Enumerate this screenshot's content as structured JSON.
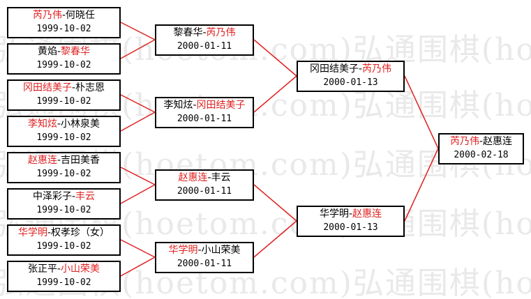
{
  "watermark": "弘通围棋(hoetom.com)弘通围棋(hoetom.com)",
  "colors": {
    "winner": "#e02020",
    "line": "#e02020",
    "border": "#000000"
  },
  "round1": [
    {
      "p1": "芮乃伟",
      "sep": "-",
      "p2": "何晓任",
      "winner": 1,
      "date": "1999-10-02"
    },
    {
      "p1": "黄焰",
      "sep": "-",
      "p2": "黎春华",
      "winner": 2,
      "date": "1999-10-02"
    },
    {
      "p1": "冈田结美子",
      "sep": "-",
      "p2": "朴志恩",
      "winner": 1,
      "date": "1999-10-02"
    },
    {
      "p1": "李知炫",
      "sep": "-",
      "p2": "小林泉美",
      "winner": 1,
      "date": "1999-10-02"
    },
    {
      "p1": "赵惠连",
      "sep": "-",
      "p2": "吉田美香",
      "winner": 1,
      "date": "1999-10-02"
    },
    {
      "p1": "中泽彩子",
      "sep": "-",
      "p2": "丰云",
      "winner": 2,
      "date": "1999-10-02"
    },
    {
      "p1": "华学明",
      "sep": "-",
      "p2": "权孝珍（女）",
      "winner": 1,
      "date": "1999-10-02"
    },
    {
      "p1": "张正平",
      "sep": "-",
      "p2": "小山荣美",
      "winner": 2,
      "date": "1999-10-02"
    }
  ],
  "round2": [
    {
      "p1": "黎春华",
      "sep": "-",
      "p2": "芮乃伟",
      "winner": 2,
      "date": "2000-01-11"
    },
    {
      "p1": "李知炫",
      "sep": "-",
      "p2": "冈田结美子",
      "winner": 2,
      "date": "2000-01-11"
    },
    {
      "p1": "赵惠连",
      "sep": "-",
      "p2": "丰云",
      "winner": 1,
      "date": "2000-01-11"
    },
    {
      "p1": "华学明",
      "sep": "-",
      "p2": "小山荣美",
      "winner": 1,
      "date": "2000-01-11"
    }
  ],
  "round3": [
    {
      "p1": "冈田结美子",
      "sep": "-",
      "p2": "芮乃伟",
      "winner": 2,
      "date": "2000-01-13"
    },
    {
      "p1": "华学明",
      "sep": "-",
      "p2": "赵惠连",
      "winner": 2,
      "date": "2000-01-13"
    }
  ],
  "final": [
    {
      "p1": "芮乃伟",
      "sep": "-",
      "p2": "赵惠连",
      "winner": 1,
      "date": "2000-02-18"
    }
  ]
}
